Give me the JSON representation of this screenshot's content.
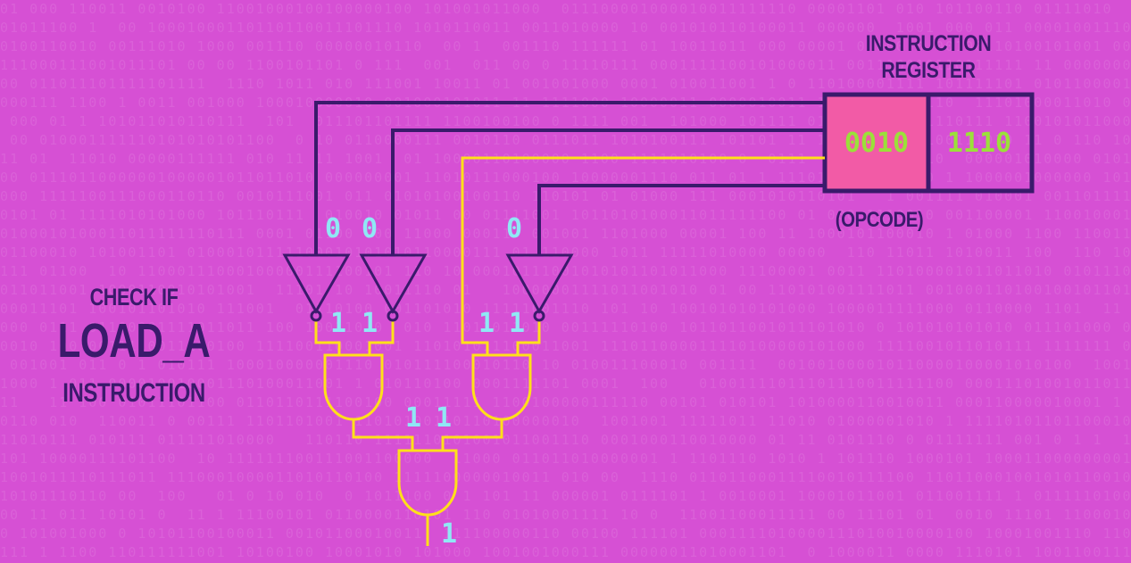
{
  "background": {
    "color": "#d650d4",
    "pattern": "binary-digits"
  },
  "colors": {
    "wire_dark": "#3a1a6b",
    "wire_active": "#ffe01a",
    "opcode_fill": "#f25ba6",
    "bit_text": "#8fe8f5",
    "register_text": "#9be03a"
  },
  "register": {
    "title": "INSTRUCTION REGISTER",
    "opcode": "0010",
    "address": "1110",
    "opcode_label": "(OPCODE)"
  },
  "caption": {
    "line1": "CHECK IF",
    "line2": "LOAD_A",
    "line3": "INSTRUCTION"
  },
  "bits": {
    "not1_in": "0",
    "not2_in": "0",
    "not3_in": "0",
    "not1_out": "1",
    "not2_out": "1",
    "bypass": "1",
    "not3_out": "1",
    "and1_out": "1",
    "and2_out": "1",
    "final_out": "1"
  },
  "gates": {
    "not_gates": [
      "not-gate-bit3",
      "not-gate-bit2",
      "not-gate-bit0"
    ],
    "and_gates": [
      "and-gate-left",
      "and-gate-right",
      "and-gate-final"
    ]
  }
}
